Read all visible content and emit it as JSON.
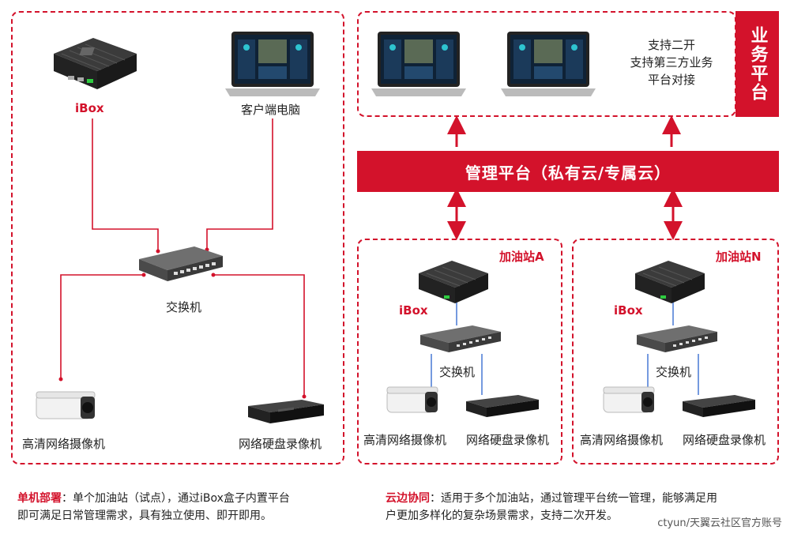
{
  "left_panel": {
    "ibox_label": "iBox",
    "client_pc_label": "客户端电脑",
    "switch_label": "交换机",
    "camera_label": "高清网络摄像机",
    "nvr_label": "网络硬盘录像机"
  },
  "right_panel": {
    "business_platform_label": "业务平台",
    "support_lines": [
      "支持二开",
      "支持第三方业务",
      "平台对接"
    ],
    "management_platform": "管理平台（私有云/专属云）",
    "stations": [
      {
        "name": "加油站A",
        "ibox_label": "iBox",
        "switch_label": "交换机",
        "camera_label": "高清网络摄像机",
        "nvr_label": "网络硬盘录像机"
      },
      {
        "name": "加油站N",
        "ibox_label": "iBox",
        "switch_label": "交换机",
        "camera_label": "高清网络摄像机",
        "nvr_label": "网络硬盘录像机"
      }
    ]
  },
  "captions": {
    "left_title": "单机部署",
    "left_text_line1": "：单个加油站（试点），通过iBox盒子内置平台",
    "left_text_line2": "即可满足日常管理需求，具有独立使用、即开即用。",
    "right_title": "云边协同",
    "right_text_line1": "：适用于多个加油站，通过管理平台统一管理，能够满足用",
    "right_text_line2": "户更加多样化的复杂场景需求，支持二次开发。"
  },
  "watermark": "ctyun/天翼云社区官方账号",
  "colors": {
    "accent": "#d3122b",
    "wire_blue": "#3a6fd1",
    "device_dark": "#2a2a2a"
  }
}
